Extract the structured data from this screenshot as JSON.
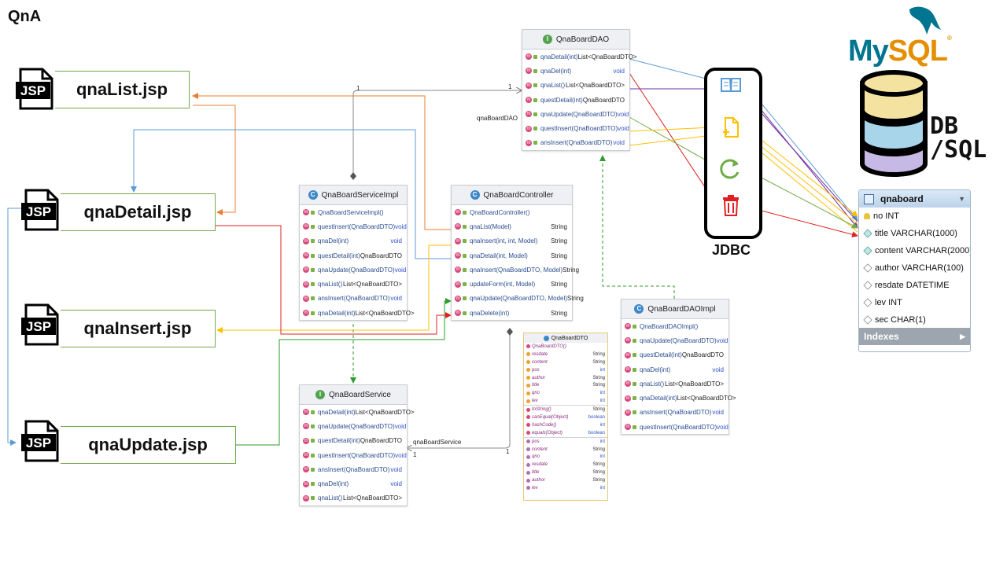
{
  "page": {
    "title": "QnA"
  },
  "jsp_pages": [
    {
      "name": "qnaList.jsp",
      "icon": "jsp-file-icon",
      "icon_text": "JSP"
    },
    {
      "name": "qnaDetail.jsp",
      "icon": "jsp-file-icon",
      "icon_text": "JSP"
    },
    {
      "name": "qnaInsert.jsp",
      "icon": "jsp-file-icon",
      "icon_text": "JSP"
    },
    {
      "name": "qnaUpdate.jsp",
      "icon": "jsp-file-icon",
      "icon_text": "JSP"
    }
  ],
  "classes": {
    "dao": {
      "name": "QnaBoardDAO",
      "kind": "I",
      "methods": [
        {
          "name": "qnaDetail(int)",
          "type": "List<QnaBoardDTO>"
        },
        {
          "name": "qnaDel(int)",
          "type": "void"
        },
        {
          "name": "qnaList()",
          "type": "List<QnaBoardDTO>"
        },
        {
          "name": "questDetail(int)",
          "type": "QnaBoardDTO"
        },
        {
          "name": "qnaUpdate(QnaBoardDTO)",
          "type": "void"
        },
        {
          "name": "questInsert(QnaBoardDTO)",
          "type": "void"
        },
        {
          "name": "ansInsert(QnaBoardDTO)",
          "type": "void"
        }
      ]
    },
    "service_impl": {
      "name": "QnaBoardServiceImpl",
      "kind": "C",
      "methods": [
        {
          "name": "QnaBoardServiceImpl()",
          "type": ""
        },
        {
          "name": "questInsert(QnaBoardDTO)",
          "type": "void"
        },
        {
          "name": "qnaDel(int)",
          "type": "void"
        },
        {
          "name": "questDetail(int)",
          "type": "QnaBoardDTO"
        },
        {
          "name": "qnaUpdate(QnaBoardDTO)",
          "type": "void"
        },
        {
          "name": "qnaList()",
          "type": "List<QnaBoardDTO>"
        },
        {
          "name": "ansInsert(QnaBoardDTO)",
          "type": "void"
        },
        {
          "name": "qnaDetail(int)",
          "type": "List<QnaBoardDTO>"
        }
      ]
    },
    "controller": {
      "name": "QnaBoardController",
      "kind": "C",
      "methods": [
        {
          "name": "QnaBoardController()",
          "type": ""
        },
        {
          "name": "qnaList(Model)",
          "type": "String"
        },
        {
          "name": "qnaInsert(int, int, Model)",
          "type": "String"
        },
        {
          "name": "qnaDetail(int, Model)",
          "type": "String"
        },
        {
          "name": "qnaInsert(QnaBoardDTO, Model)",
          "type": "String"
        },
        {
          "name": "updateForm(int, Model)",
          "type": "String"
        },
        {
          "name": "qnaUpdate(QnaBoardDTO, Model)",
          "type": "String"
        },
        {
          "name": "qnaDelete(int)",
          "type": "String"
        }
      ]
    },
    "service": {
      "name": "QnaBoardService",
      "kind": "I",
      "methods": [
        {
          "name": "qnaDetail(int)",
          "type": "List<QnaBoardDTO>"
        },
        {
          "name": "qnaUpdate(QnaBoardDTO)",
          "type": "void"
        },
        {
          "name": "questDetail(int)",
          "type": "QnaBoardDTO"
        },
        {
          "name": "questInsert(QnaBoardDTO)",
          "type": "void"
        },
        {
          "name": "ansInsert(QnaBoardDTO)",
          "type": "void"
        },
        {
          "name": "qnaDel(int)",
          "type": "void"
        },
        {
          "name": "qnaList()",
          "type": "List<QnaBoardDTO>"
        }
      ]
    },
    "dao_impl": {
      "name": "QnaBoardDAOImpl",
      "kind": "C",
      "methods": [
        {
          "name": "QnaBoardDAOImpl()",
          "type": ""
        },
        {
          "name": "qnaUpdate(QnaBoardDTO)",
          "type": "void"
        },
        {
          "name": "questDetail(int)",
          "type": "QnaBoardDTO"
        },
        {
          "name": "qnaDel(int)",
          "type": "void"
        },
        {
          "name": "qnaList()",
          "type": "List<QnaBoardDTO>"
        },
        {
          "name": "qnaDetail(int)",
          "type": "List<QnaBoardDTO>"
        },
        {
          "name": "ansInsert(QnaBoardDTO)",
          "type": "void"
        },
        {
          "name": "questInsert(QnaBoardDTO)",
          "type": "void"
        }
      ]
    }
  },
  "dto": {
    "name": "QnaBoardDTO",
    "constructor": "QnaBoardDTO()",
    "fields": [
      {
        "name": "resdate",
        "type": "String"
      },
      {
        "name": "content",
        "type": "String"
      },
      {
        "name": "pos",
        "type": "int"
      },
      {
        "name": "author",
        "type": "String"
      },
      {
        "name": "title",
        "type": "String"
      },
      {
        "name": "qno",
        "type": "int"
      },
      {
        "name": "lev",
        "type": "int"
      }
    ],
    "methods": [
      {
        "name": "toString()",
        "type": "String"
      },
      {
        "name": "canEqual(Object)",
        "type": "boolean"
      },
      {
        "name": "hashCode()",
        "type": "int"
      },
      {
        "name": "equals(Object)",
        "type": "boolean"
      }
    ],
    "properties": [
      {
        "name": "pos",
        "type": "int"
      },
      {
        "name": "content",
        "type": "String"
      },
      {
        "name": "qno",
        "type": "int"
      },
      {
        "name": "resdate",
        "type": "String"
      },
      {
        "name": "title",
        "type": "String"
      },
      {
        "name": "author",
        "type": "String"
      },
      {
        "name": "lev",
        "type": "int"
      }
    ]
  },
  "associations": {
    "dao_label": "qnaBoardDAO",
    "service_label": "qnaBoardService",
    "mult_dao_left": "1",
    "mult_dao_right": "1",
    "mult_service_left": "1",
    "mult_service_right": "1"
  },
  "jdbc": {
    "label": "JDBC",
    "icons": [
      "read-icon",
      "insert-icon",
      "update-icon",
      "delete-icon"
    ]
  },
  "database": {
    "brand": "MySQL",
    "brand_my": "My",
    "brand_sql": "SQL",
    "label_line1": "DB",
    "label_line2": "/SQL"
  },
  "table": {
    "name": "qnaboard",
    "columns": [
      {
        "name": "no INT",
        "key": "primary"
      },
      {
        "name": "title VARCHAR(1000)",
        "key": "not-null"
      },
      {
        "name": "content VARCHAR(2000)",
        "key": "not-null"
      },
      {
        "name": "author VARCHAR(100)",
        "key": "nullable"
      },
      {
        "name": "resdate DATETIME",
        "key": "nullable"
      },
      {
        "name": "lev INT",
        "key": "nullable"
      },
      {
        "name": "sec CHAR(1)",
        "key": "nullable"
      }
    ],
    "footer": "Indexes"
  },
  "colors": {
    "read": "#5b9bd5",
    "delete": "#e02020",
    "list": "#7030a0",
    "update": "#70ad47",
    "insert": "#ffc000",
    "controller_list": "#ed7d31",
    "dependency": "#2e9b2e"
  }
}
